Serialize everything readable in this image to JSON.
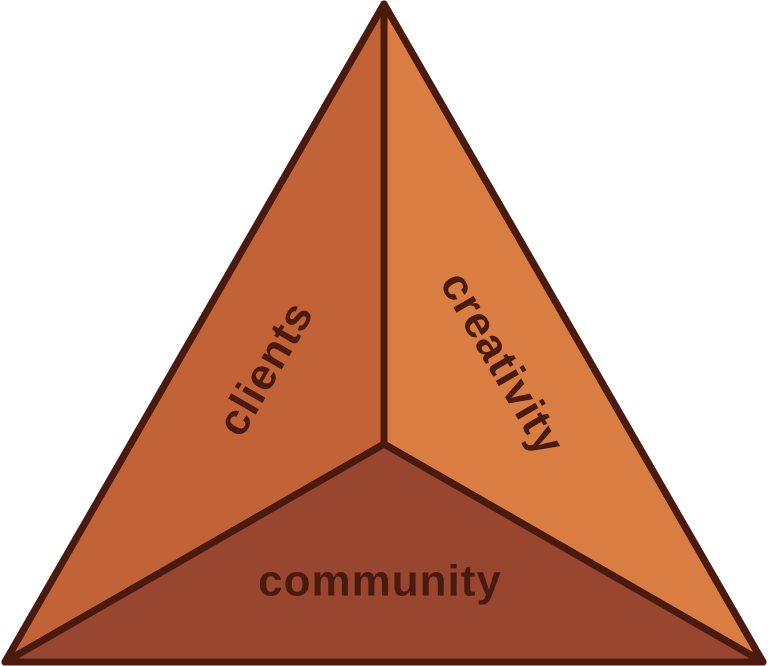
{
  "diagram": {
    "segments": [
      {
        "id": "clients",
        "label": "clients",
        "fill": "#C26237"
      },
      {
        "id": "creativity",
        "label": "creativity",
        "fill": "#D97D42"
      },
      {
        "id": "community",
        "label": "community",
        "fill": "#98462F"
      }
    ],
    "colors": {
      "outline": "#4A1A0E",
      "text": "#4A1A0E",
      "background": "#FFFFFF"
    }
  }
}
